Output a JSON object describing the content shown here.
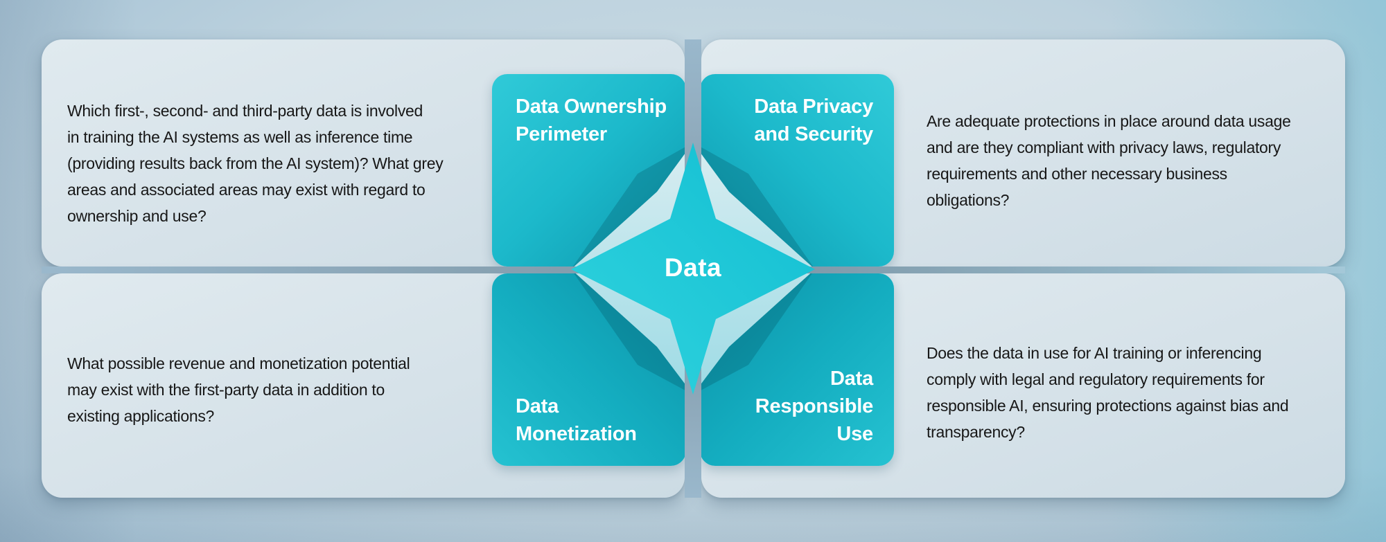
{
  "diagram": {
    "center_label": "Data",
    "colors": {
      "star_core": "#1cc5d7",
      "star_bevel": "#c3e2e9",
      "tile_teal_light": "#2fc9d7",
      "tile_teal_dark": "#0d95aa",
      "panel_background": "#d9e4ea",
      "page_background_blue": "#9cbad2",
      "question_text": "#171717",
      "label_text": "#ffffff"
    },
    "quadrants": [
      {
        "position": "top-left",
        "title_lines": [
          "Data Ownership",
          "Perimeter"
        ],
        "question_lines": [
          "Which first-, second- and third-party data is involved",
          "in training the AI systems as well as inference time",
          "(providing results back from the AI system)? What grey",
          "areas and associated areas may exist with regard to",
          "ownership and use?"
        ]
      },
      {
        "position": "top-right",
        "title_lines": [
          "Data Privacy",
          "and Security"
        ],
        "question_lines": [
          "Are adequate protections in place around data usage",
          "and are they  compliant with privacy laws, regulatory",
          "requirements and other necessary business",
          "obligations?"
        ]
      },
      {
        "position": "bottom-left",
        "title_lines": [
          "Data",
          "Monetization"
        ],
        "question_lines": [
          "What possible revenue and monetization potential",
          "may exist with the first-party data in addition to",
          "existing applications?"
        ]
      },
      {
        "position": "bottom-right",
        "title_lines": [
          "Data",
          "Responsible",
          "Use"
        ],
        "question_lines": [
          "Does the data in use for AI training or inferencing",
          "comply with legal and regulatory requirements for",
          "responsible AI, ensuring protections against bias and",
          "transparency?"
        ]
      }
    ]
  }
}
